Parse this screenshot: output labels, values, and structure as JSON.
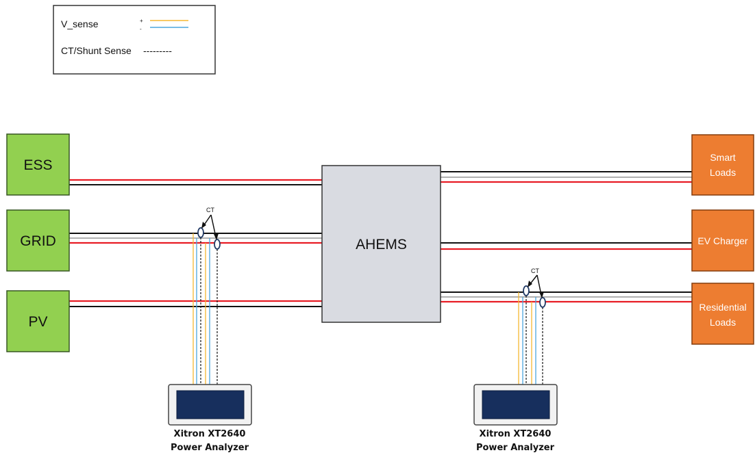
{
  "legend": {
    "v_sense_label": "V_sense",
    "plus": "+",
    "minus": "-",
    "ct_label": "CT/Shunt Sense",
    "ct_dashes": "---------"
  },
  "sources": {
    "ess": "ESS",
    "grid": "GRID",
    "pv": "PV"
  },
  "center": {
    "label": "AHEMS"
  },
  "loads": {
    "smart_line1": "Smart",
    "smart_line2": "Loads",
    "ev": "EV Charger",
    "res_line1": "Residential",
    "res_line2": "Loads"
  },
  "sensors": {
    "ct_left": "CT",
    "ct_right": "CT"
  },
  "analyzers": {
    "left_line1": "Xitron XT2640",
    "left_line2": "Power Analyzer",
    "right_line1": "Xitron XT2640",
    "right_line2": "Power Analyzer"
  },
  "colors": {
    "source_fill": "#92d050",
    "load_fill": "#ed7d31",
    "center_fill": "#d9dbe1",
    "positive_line": "#e81c24",
    "neutral_line": "#111111",
    "ground_line": "#b0b0b0",
    "v_sense_plus": "#f5b731",
    "v_sense_minus": "#4ba6de",
    "screen_fill": "#172f5d"
  }
}
